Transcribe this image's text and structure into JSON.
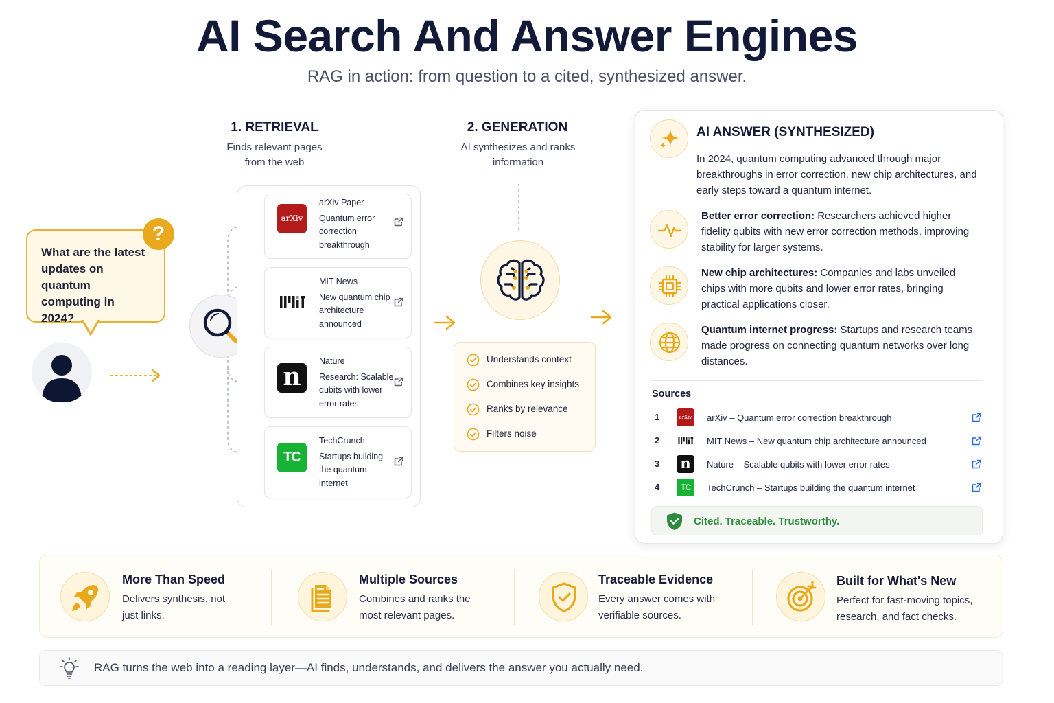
{
  "header": {
    "title": "AI Search And Answer Engines",
    "subtitle": "RAG in action: from question to a cited, synthesized answer."
  },
  "question": {
    "text": "What are the latest updates on quantum computing in 2024?",
    "badge": "?"
  },
  "retrieval": {
    "title": "1. RETRIEVAL",
    "description": "Finds relevant pages from the web",
    "sources": [
      {
        "logo_text": "arXiv",
        "publisher": "arXiv Paper",
        "headline": "Quantum error correction breakthrough",
        "color": "#b31b1b"
      },
      {
        "logo_text": "MIT",
        "publisher": "MIT News",
        "headline": "New quantum chip architecture announced",
        "color": "#1a1a1a"
      },
      {
        "logo_text": "n",
        "publisher": "Nature",
        "headline": "Research: Scalable qubits with lower error rates",
        "color": "#111111"
      },
      {
        "logo_text": "TC",
        "publisher": "TechCrunch",
        "headline": "Startups building the quantum internet",
        "color": "#16b335"
      }
    ]
  },
  "generation": {
    "title": "2. GENERATION",
    "description": "AI synthesizes and ranks information",
    "checklist": [
      "Understands context",
      "Combines key insights",
      "Ranks by relevance",
      "Filters noise"
    ]
  },
  "answer": {
    "heading": "AI ANSWER (SYNTHESIZED)",
    "intro": "In 2024, quantum computing advanced through major breakthroughs in error correction, new chip architectures, and early steps toward a quantum internet.",
    "points": [
      {
        "icon": "pulse-icon",
        "label": "Better error correction:",
        "text": " Researchers achieved higher fidelity qubits with new error correction methods, improving stability for larger systems."
      },
      {
        "icon": "chip-icon",
        "label": "New chip architectures:",
        "text": " Companies and labs unveiled chips with more qubits and lower error rates, bringing practical applications closer."
      },
      {
        "icon": "globe-icon",
        "label": "Quantum internet progress:",
        "text": " Startups and research teams made progress on connecting quantum networks over long distances."
      }
    ],
    "sources_heading": "Sources",
    "sources": [
      {
        "num": "1",
        "text": "arXiv – Quantum error correction breakthrough"
      },
      {
        "num": "2",
        "text": "MIT News – New quantum chip architecture announced"
      },
      {
        "num": "3",
        "text": "Nature – Scalable qubits with lower error rates"
      },
      {
        "num": "4",
        "text": "TechCrunch – Startups building the quantum internet"
      }
    ],
    "trust_text": "Cited. Traceable. Trustworthy."
  },
  "features": [
    {
      "icon": "rocket-icon",
      "title": "More Than Speed",
      "desc": "Delivers synthesis, not just links."
    },
    {
      "icon": "documents-icon",
      "title": "Multiple Sources",
      "desc": "Combines and ranks the most relevant pages."
    },
    {
      "icon": "shield-check-icon",
      "title": "Traceable Evidence",
      "desc": "Every answer comes with verifiable sources."
    },
    {
      "icon": "target-icon",
      "title": "Built for What's New",
      "desc": "Perfect for fast-moving topics, research, and fact checks."
    }
  ],
  "footer": {
    "icon": "lightbulb-icon",
    "text": "RAG turns the web into a reading layer—AI finds, understands, and delivers the answer you actually need."
  },
  "colors": {
    "accent": "#e8a91c",
    "navy": "#121a38",
    "success": "#2e8b3e"
  }
}
